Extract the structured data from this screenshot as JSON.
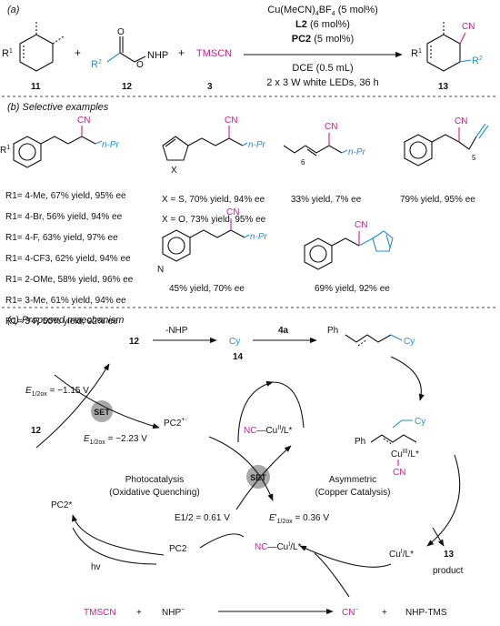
{
  "colors": {
    "magenta": "#e0158a",
    "blue": "#1e8fd6",
    "set_gray": "#a9a9a9"
  },
  "section_a": {
    "label": "(a)",
    "reagents": [
      "Cu(MeCN)4BF4 (5 mol%)",
      "L2 (6 mol%)",
      "PC2 (5 mol%)"
    ],
    "conditions": [
      "DCE (0.5 mL)",
      "2 x 3 W white LEDs, 36 h"
    ],
    "compounds": [
      "11",
      "12",
      "3",
      "13"
    ],
    "labels": {
      "r1": "R1",
      "r2": "R2",
      "nhp": "NHP",
      "tmscn": "TMSCN",
      "cn": "CN",
      "plus": "+"
    }
  },
  "section_b": {
    "label": "(b) Selective examples",
    "npr": "n-Pr",
    "aryl_list": [
      "R1= 4-Me, 67% yield, 95% ee",
      "R1= 4-Br, 56% yield, 94% ee",
      "R1= 4-F, 63% yield, 97% ee",
      "R1= 4-CF3, 62% yield, 94% ee",
      "R1= 2-OMe, 58% yield, 96% ee",
      "R1= 3-Me, 61% yield, 94% ee",
      "R1= 3-F, 50% yield, 92% ee"
    ],
    "heteroaryl": [
      "X = S, 70% yield, 94% ee",
      "X = O, 73% yield, 95% ee"
    ],
    "alkenyl": "33% yield, 7% ee",
    "alkynyl": "79% yield, 95% ee",
    "pyridyl": "45% yield, 70% ee",
    "cyclopentenyl": "69% yield, 92% ee",
    "sub6": "6",
    "sub5": "5",
    "x": "X"
  },
  "section_c": {
    "label": "(c) Proposed maechanism",
    "top": {
      "start": "12",
      "minus_nhp": "-NHP",
      "radical": "Cy",
      "radical_num": "14",
      "reagent": "4a",
      "ph": "Ph",
      "cy": "Cy"
    },
    "set": "SET",
    "e1": "E1/2ox = −1.15 V",
    "e2": "E1/2ox = −2.23 V",
    "e3": "E1/2 = 0.61 V",
    "e4": "E'1/2ox = 0.36 V",
    "pc2_plus": "PC2",
    "pc2_star": "PC2*",
    "pc2": "PC2",
    "hv": "hv",
    "photo": [
      "Photocatalysis",
      "(Oxidative Quenching)"
    ],
    "copper": [
      "Asymmetric",
      "(Copper Catalysis)"
    ],
    "cu2": "NC—CuII/L*",
    "cu1cn": "NC—CuI/L*",
    "cu1": "CuI/L*",
    "cu3": "CuIII/L*",
    "product_num": "13",
    "product": "product",
    "bottom": [
      "TMSCN",
      "+",
      "NHP−",
      "CN−",
      "+",
      "NHP-TMS"
    ],
    "num12": "12"
  }
}
